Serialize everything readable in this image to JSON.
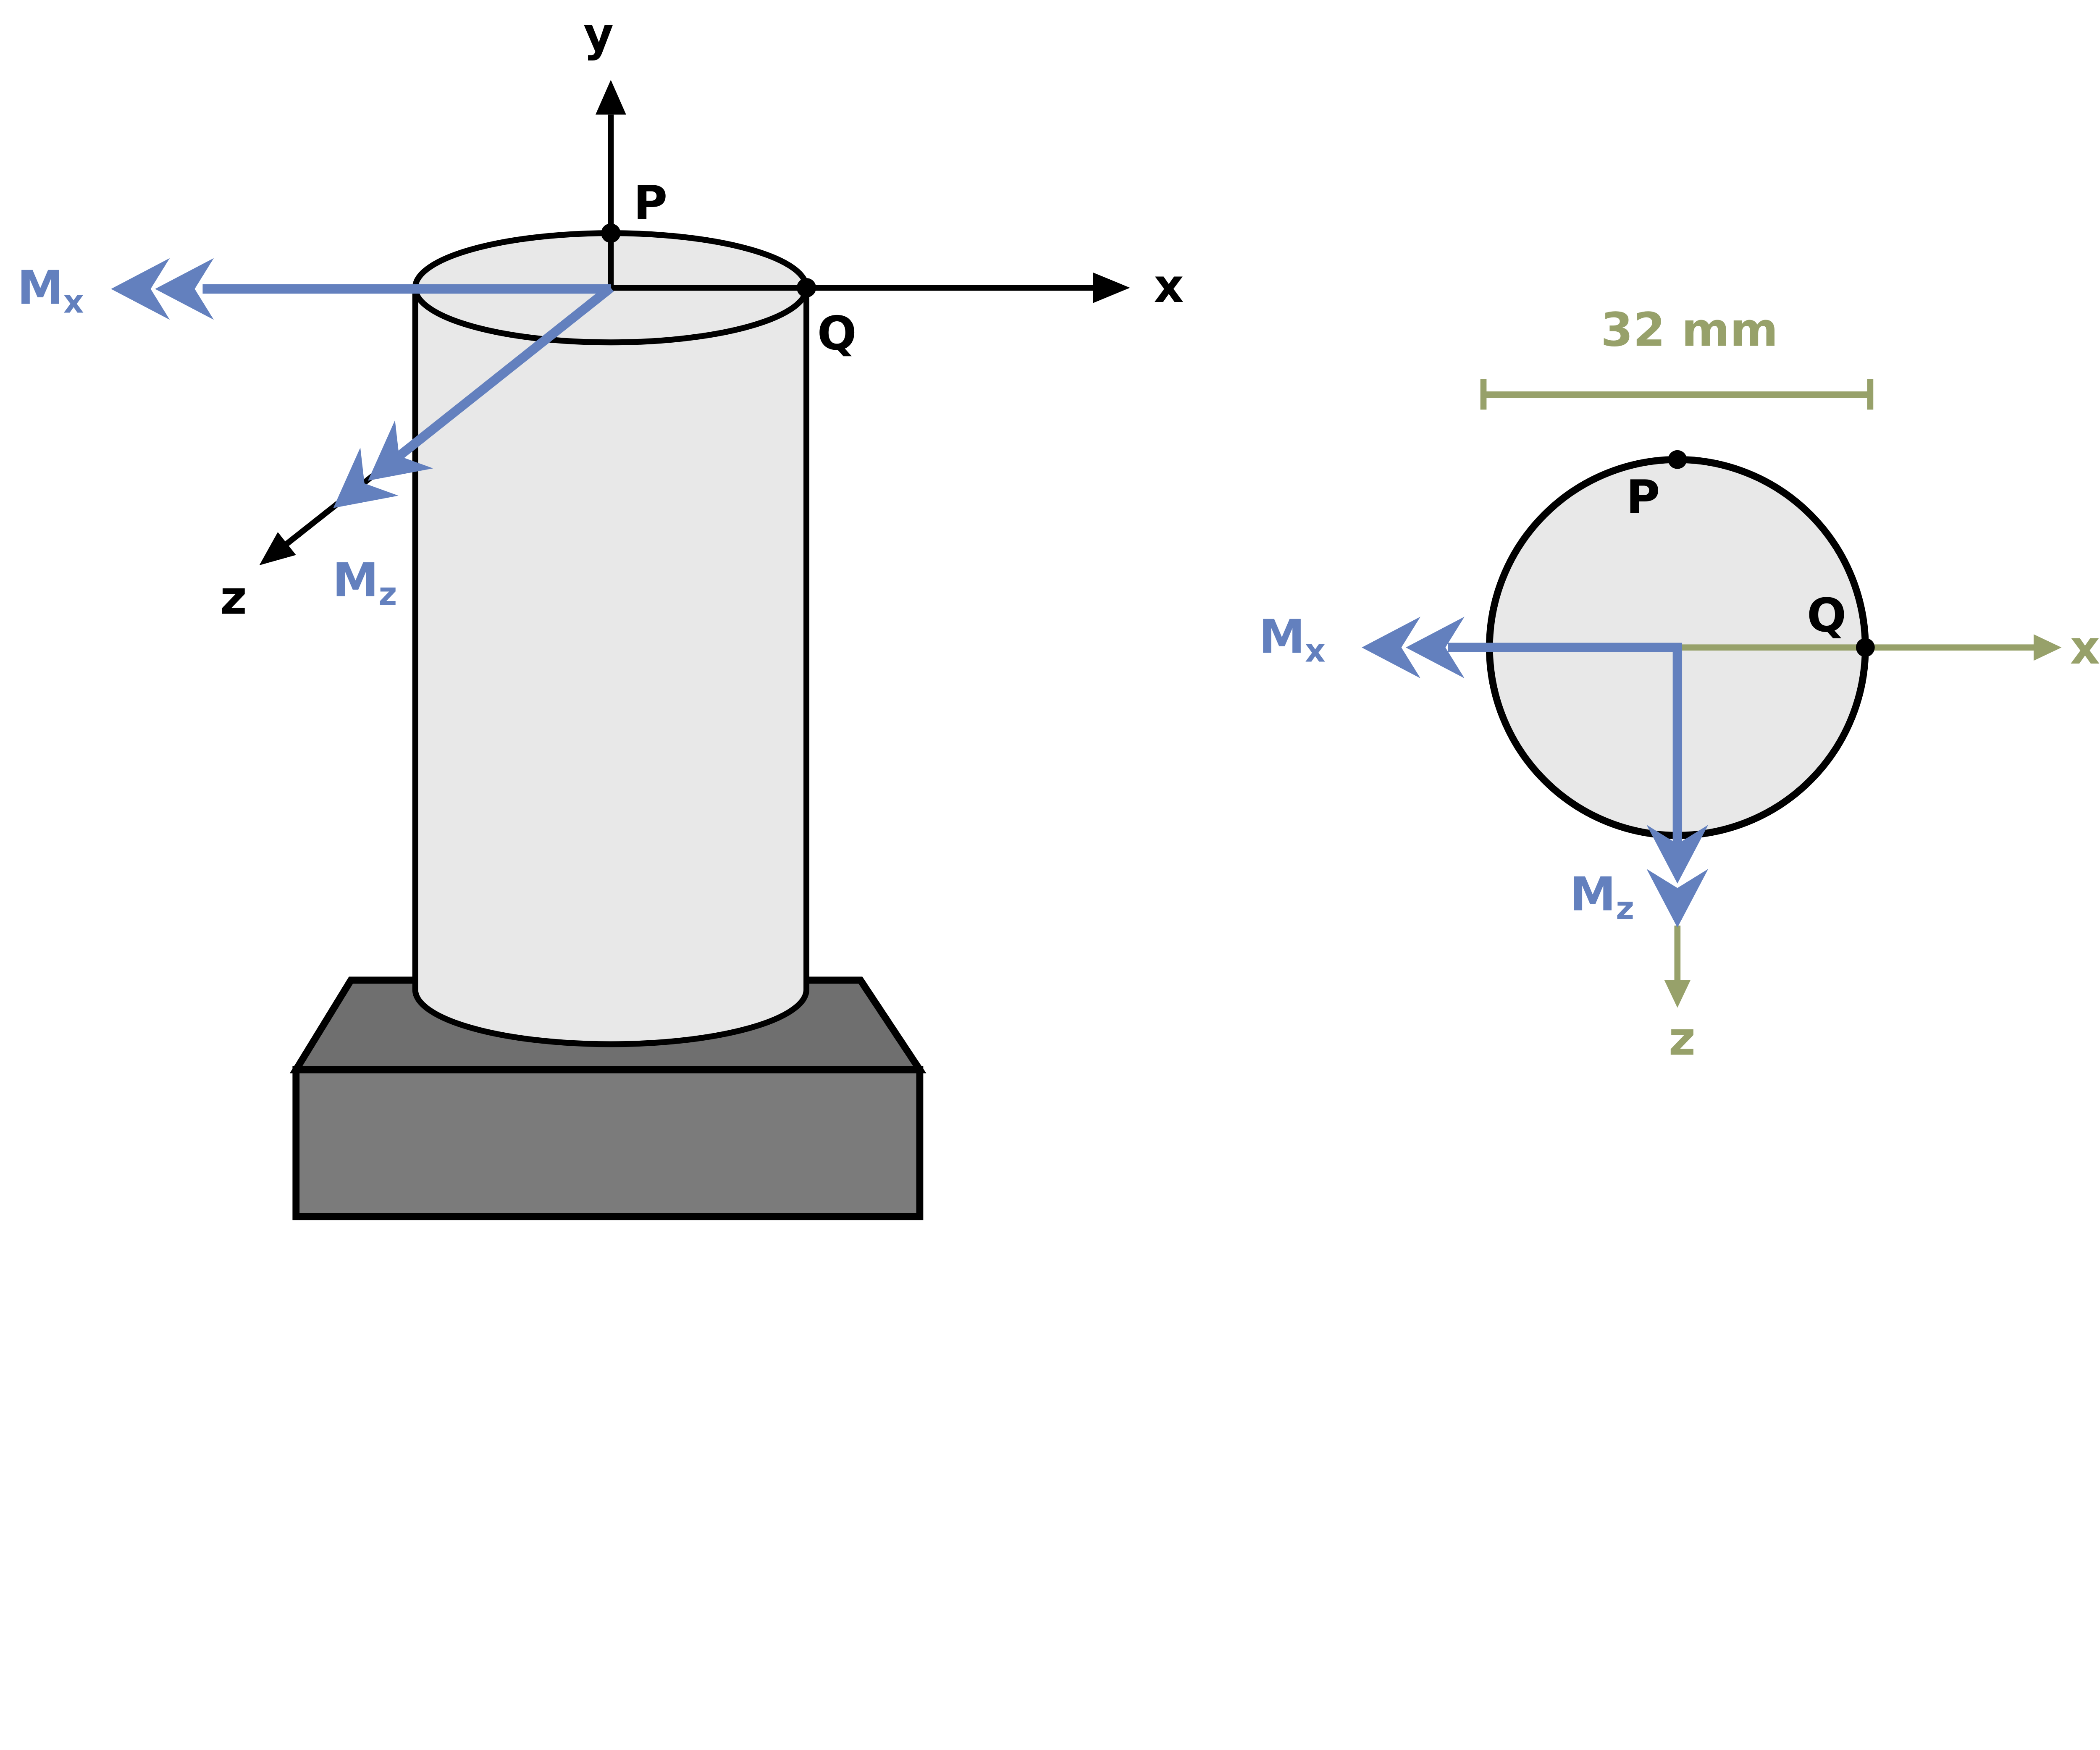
{
  "colors": {
    "page_bg": "#FFFFFF",
    "outline": "#000000",
    "cylinder_fill": "#E8E8E8",
    "base_top": "#6F6F6F",
    "base_front": "#7B7B7B",
    "moment_blue": "#6380BE",
    "axis_olive": "#97A16A"
  },
  "left_figure": {
    "axis_labels": {
      "y": "y",
      "x": "x",
      "z": "z"
    },
    "points": {
      "P": "P",
      "Q": "Q"
    },
    "moments": {
      "Mx": {
        "main": "M",
        "sub": "x"
      },
      "Mz": {
        "main": "M",
        "sub": "z"
      }
    }
  },
  "right_figure": {
    "dimension_label": "32 mm",
    "axis_labels": {
      "x": "x",
      "z": "z"
    },
    "points": {
      "P": "P",
      "Q": "Q"
    },
    "moments": {
      "Mx": {
        "main": "M",
        "sub": "x"
      },
      "Mz": {
        "main": "M",
        "sub": "z"
      }
    }
  }
}
